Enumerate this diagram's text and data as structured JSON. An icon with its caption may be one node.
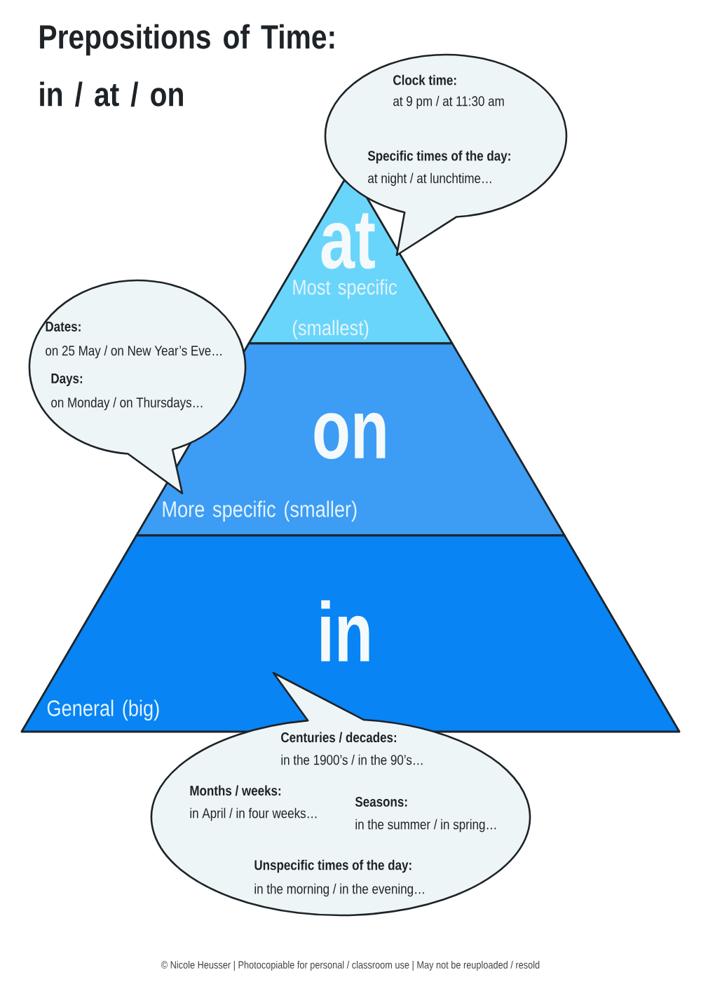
{
  "diagram": {
    "title": "Prepositions of Time: in / at / on",
    "nodes": [
      {
        "text": [
          "Clock time:",
          "at 9 pm / at 11:30 am",
          "Specific times of the day:",
          "at night / at lunchtime…"
        ]
      },
      {
        "text": [
          "at",
          "Most specific (smallest)"
        ]
      },
      {
        "text": [
          "Dates:",
          "on 25 May / on New Year’s Eve…",
          "Days:",
          "on Monday / on Thursdays…"
        ]
      },
      {
        "text": [
          "on",
          "More specific (smaller)"
        ]
      },
      {
        "text": [
          "in",
          "General (big)"
        ]
      },
      {
        "text": [
          "Centuries / decades:",
          "in the 1900’s / in the 90’s…",
          "Months / weeks:",
          "in April / in four weeks…",
          "Seasons:",
          "in the summer / in spring…",
          "Unspecific times of the day:",
          "in the morning / in the evening…"
        ]
      }
    ],
    "labels": [
      "© Nicole Heusser | Photocopiable for personal / classroom use | May not be reuploaded / resold"
    ]
  }
}
